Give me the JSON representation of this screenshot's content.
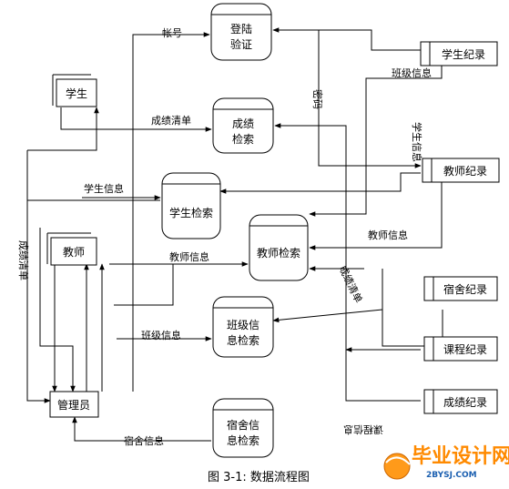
{
  "processes": {
    "login": [
      "登陆",
      "验证"
    ],
    "grade_search": [
      "成绩",
      "检索"
    ],
    "student_search": [
      "学生检索"
    ],
    "teacher_search": [
      "教师检索"
    ],
    "class_search": [
      "班级信",
      "息检索"
    ],
    "dorm_search": [
      "宿舍信",
      "息检索"
    ]
  },
  "entities": {
    "student": "学生",
    "teacher": "教师",
    "admin": "管理员"
  },
  "stores": {
    "student_record": "学生纪录",
    "teacher_record": "教师纪录",
    "dorm_record": "宿舍纪录",
    "course_record": "课程纪录",
    "grade_record": "成绩纪录"
  },
  "flows": {
    "account": "帐号",
    "password": "密码",
    "grade_list": "成绩清单",
    "class_info": "班级信息",
    "student_info_top": "学生信息",
    "student_info_left": "学生信息",
    "teacher_info_left": "教师信息",
    "teacher_info_right": "教师信息",
    "grade_list_right": "成绩清单",
    "grade_list_left": "成绩清单",
    "class_info_bottom": "班级信息",
    "dorm_info": "宿舍信息",
    "course_info": "课程信息"
  },
  "caption": "图 3-1: 数据流程图",
  "watermark": {
    "text": "毕业设计网",
    "url": "2BYSJ.COM"
  }
}
